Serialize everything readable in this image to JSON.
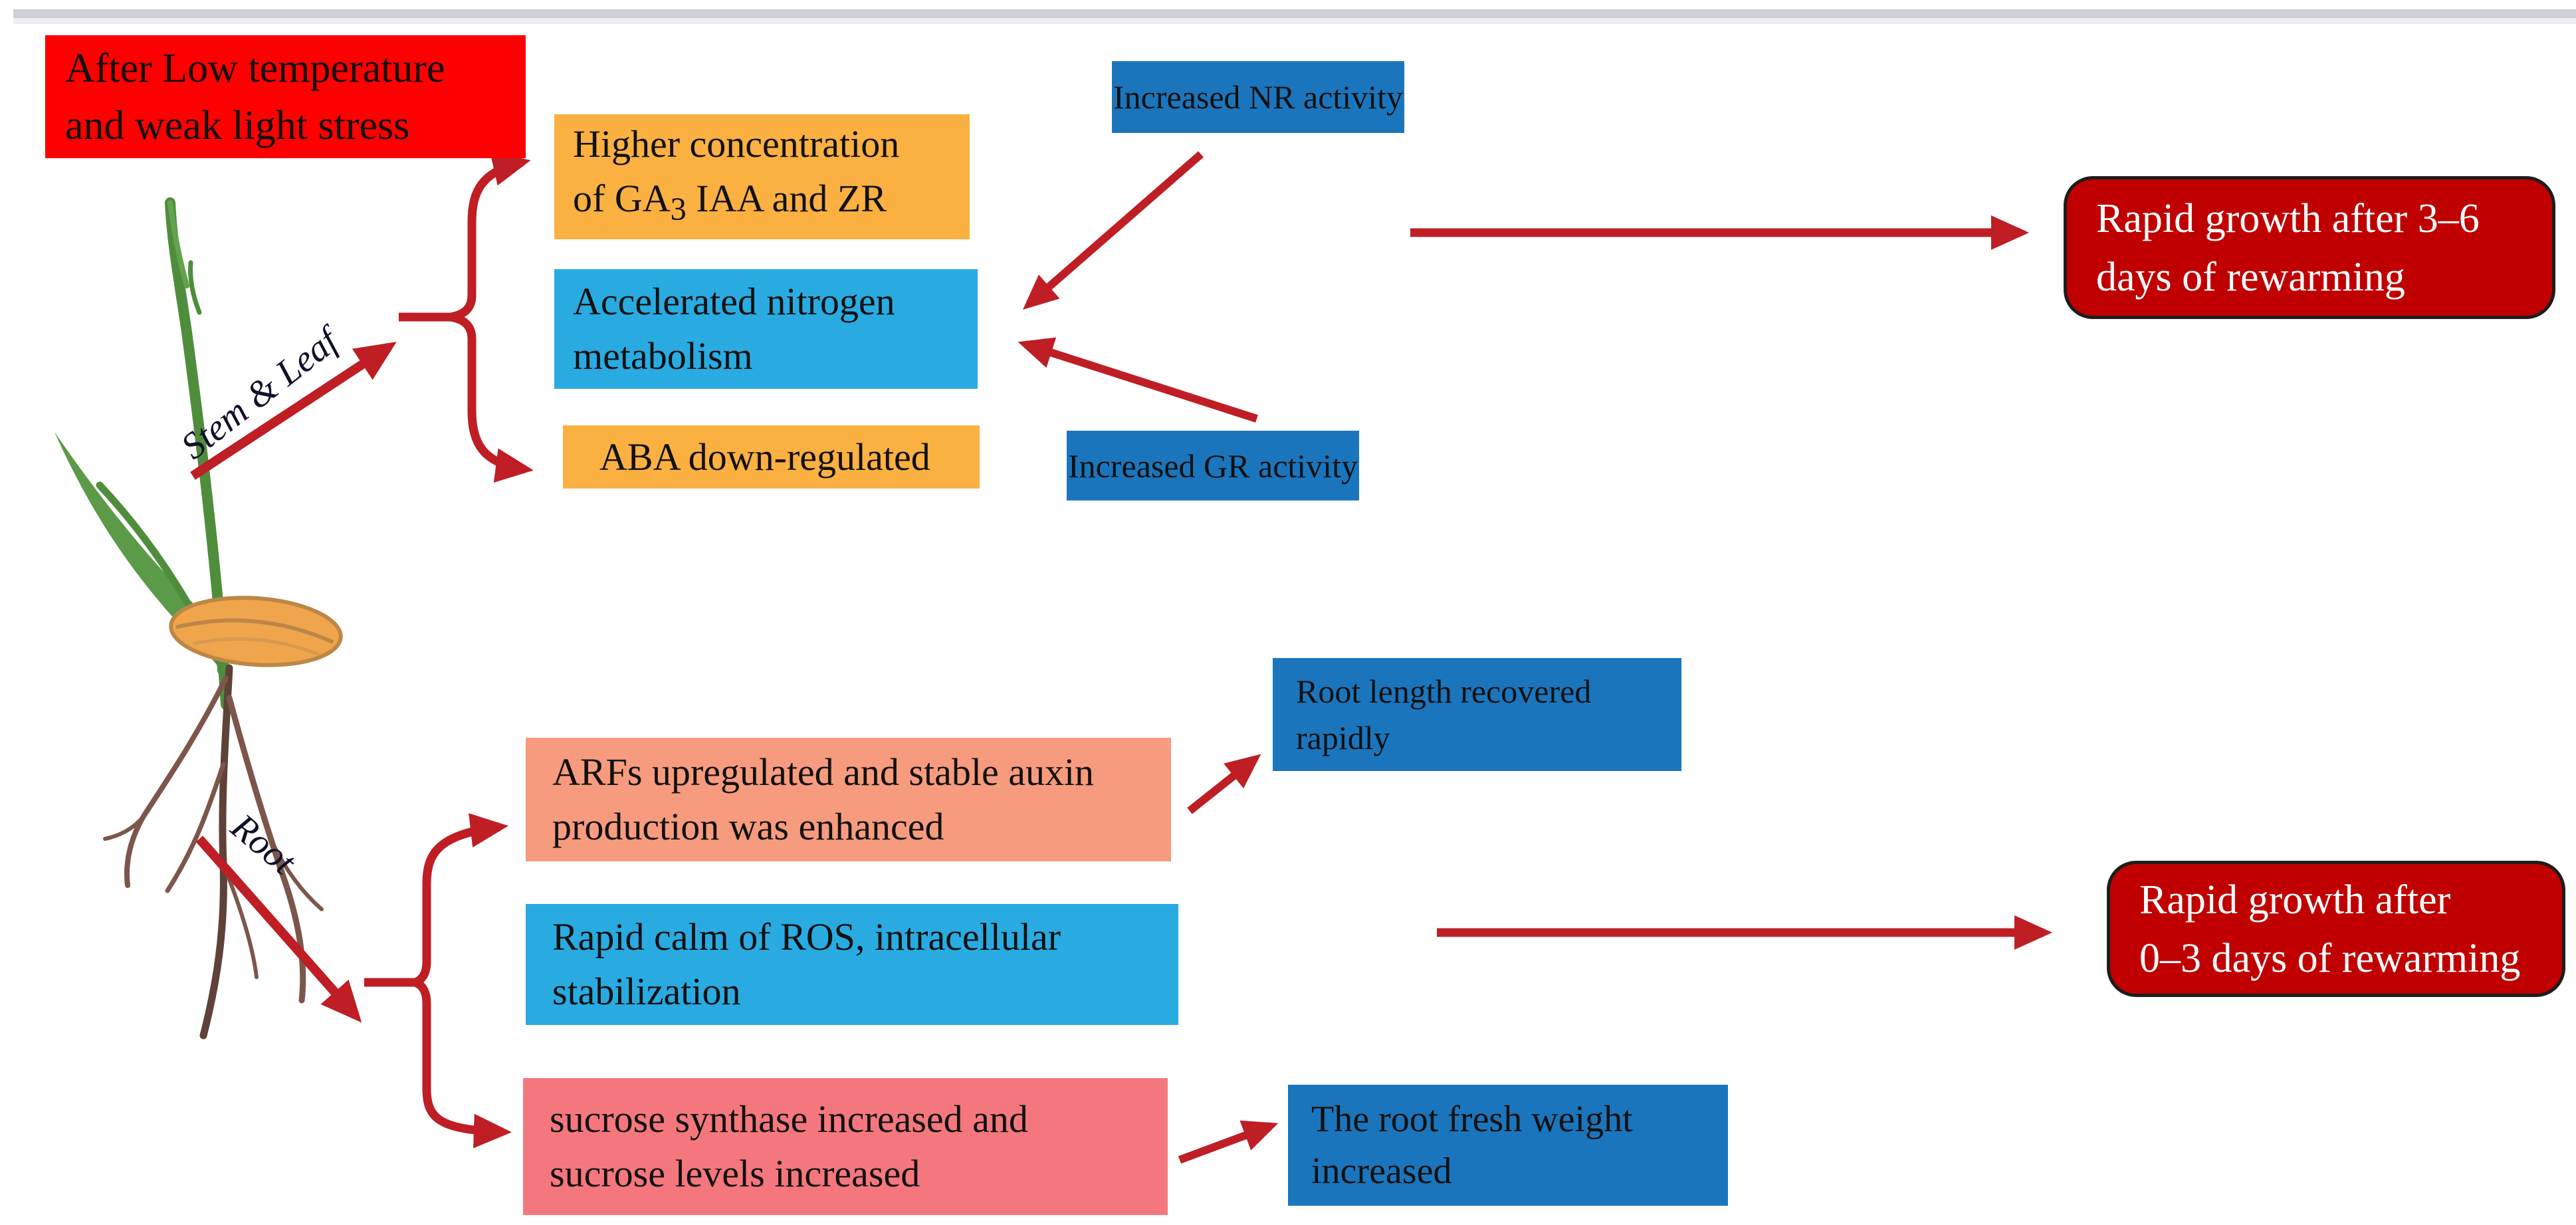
{
  "figure": {
    "description": "Flow diagram of plant response after low temperature and weak light stress",
    "labels": {
      "stem_leaf": "Stem & Leaf",
      "root": "Root"
    },
    "nodes": {
      "stress": {
        "line1": "After Low temperature",
        "line2": "and weak light stress"
      },
      "hormones": {
        "line1": "Higher concentration",
        "line2_pre": "of GA",
        "line2_sub": "3",
        "line2_post": " IAA and ZR"
      },
      "nitrogen": {
        "line1": "Accelerated nitrogen",
        "line2": "metabolism"
      },
      "aba": {
        "text": "ABA down-regulated"
      },
      "nr": {
        "text": "Increased NR activity"
      },
      "gr": {
        "text": "Increased GR activity"
      },
      "outcome_stem": {
        "line1": "Rapid growth after 3–6",
        "line2": "days of rewarming"
      },
      "arfs": {
        "line1": "ARFs upregulated and stable auxin",
        "line2": "production was enhanced"
      },
      "ros": {
        "line1": "Rapid calm of ROS, intracellular",
        "line2": "stabilization"
      },
      "sucrose": {
        "line1": "sucrose synthase increased and",
        "line2": "sucrose levels increased"
      },
      "root_length": {
        "line1": "Root length recovered",
        "line2": "rapidly"
      },
      "fresh_weight": {
        "line1": "The root fresh weight",
        "line2": "increased"
      },
      "outcome_root": {
        "line1": "Rapid growth after",
        "line2": "0–3 days of rewarming"
      }
    },
    "colors": {
      "stress_red": "#ff0000",
      "orange": "#fbb042",
      "cyan": "#29abe2",
      "blue": "#1b75bc",
      "outcome_dark_red": "#c00000",
      "salmon": "#f79b7e",
      "pink": "#f5777e",
      "arrow_red": "#be1e24",
      "plant_green": "#4f8d3d",
      "seed_orange": "#f0a44c",
      "root_brown": "#7c564a"
    }
  }
}
